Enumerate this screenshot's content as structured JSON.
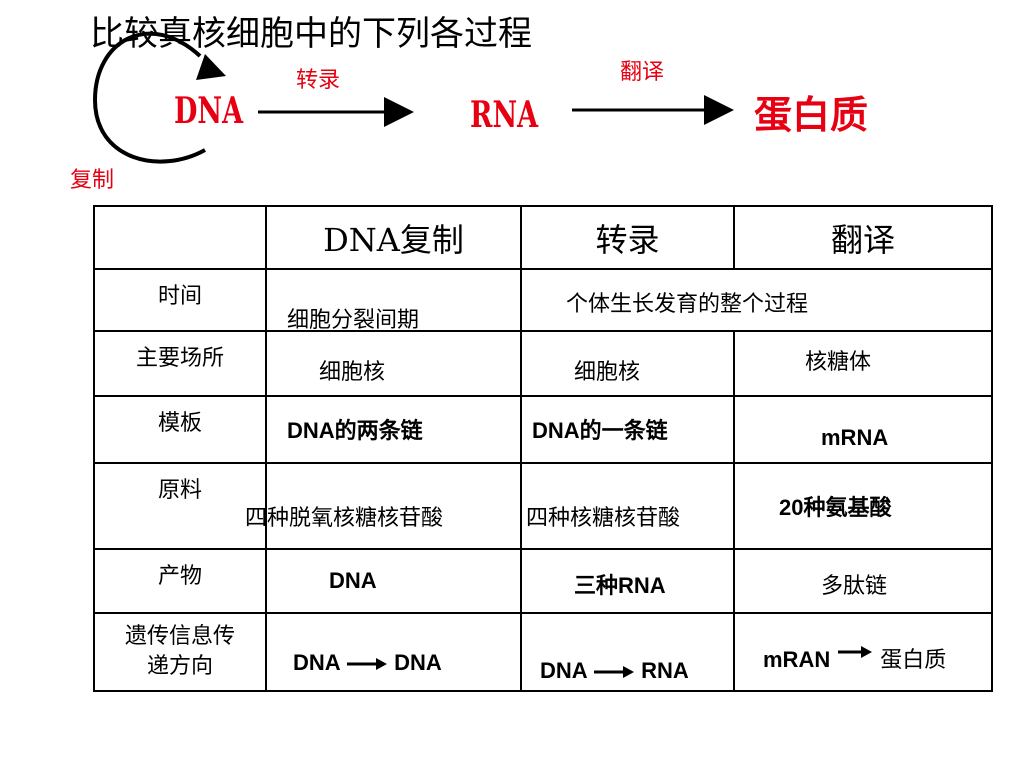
{
  "title": "比较真核细胞中的下列各过程",
  "diagram": {
    "dna": "DNA",
    "rna": "RNA",
    "protein": "蛋白质",
    "transcription": "转录",
    "translation": "翻译",
    "replication": "复制"
  },
  "table": {
    "headers": [
      "",
      "DNA复制",
      "转录",
      "翻译"
    ],
    "rows": {
      "time": {
        "label": "时间",
        "replication": "细胞分裂间期",
        "merged": "个体生长发育的整个过程"
      },
      "site": {
        "label": "主要场所",
        "replication": "细胞核",
        "transcription": "细胞核",
        "translation": "核糖体"
      },
      "template": {
        "label": "模板",
        "replication": "DNA的两条链",
        "transcription": "DNA的一条链",
        "translation": "mRNA"
      },
      "material": {
        "label": "原料",
        "replication": "四种脱氧核糖核苷酸",
        "transcription": "四种核糖核苷酸",
        "translation": "20种氨基酸"
      },
      "product": {
        "label": "产物",
        "replication": "DNA",
        "transcription": "三种RNA",
        "translation": "多肽链"
      },
      "flow": {
        "label_line1": "遗传信息传",
        "label_line2": "递方向",
        "replication_from": "DNA",
        "replication_to": "DNA",
        "transcription_from": "DNA",
        "transcription_to": "RNA",
        "translation_from": "mRAN",
        "translation_to": "蛋白质"
      }
    }
  },
  "colors": {
    "accent": "#e60012",
    "text": "#000000",
    "border": "#000000"
  }
}
